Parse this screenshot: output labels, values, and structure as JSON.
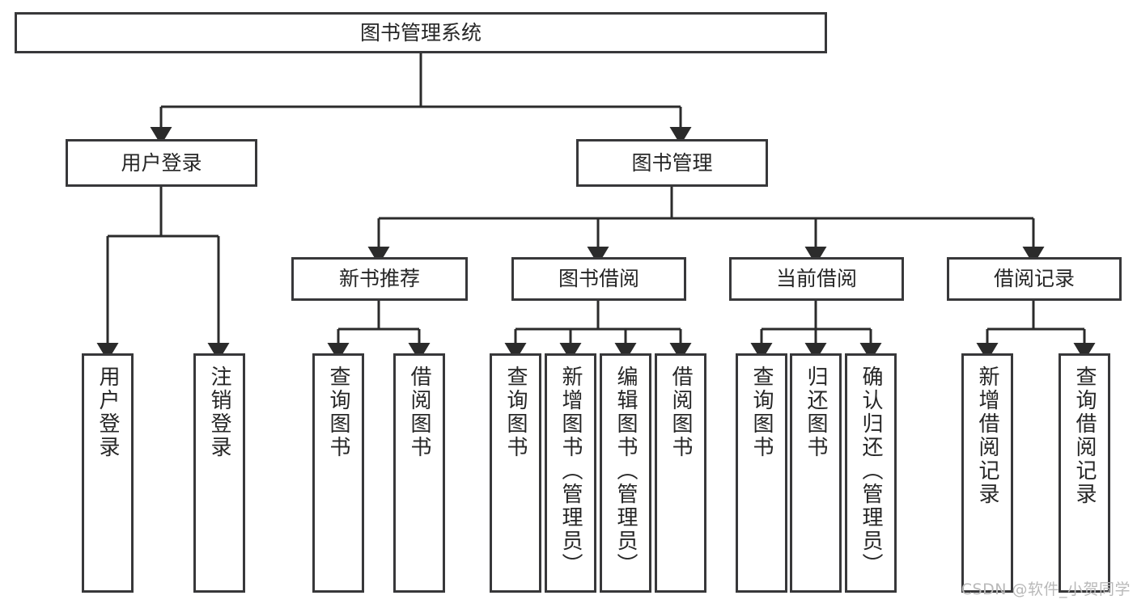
{
  "diagram": {
    "type": "tree-hierarchy",
    "title": "图书管理系统",
    "background_color": "#ffffff",
    "border_color": "#38383a",
    "text_color": "#262626",
    "connector_color": "#2b2b2b"
  },
  "nodes": {
    "root": {
      "label": "图书管理系统",
      "level": 0
    },
    "level1": [
      {
        "id": "user-login",
        "label": "用户登录"
      },
      {
        "id": "book-management",
        "label": "图书管理"
      }
    ],
    "level2": [
      {
        "id": "new-book-recommend",
        "label": "新书推荐",
        "parent": "book-management"
      },
      {
        "id": "book-borrow",
        "label": "图书借阅",
        "parent": "book-management"
      },
      {
        "id": "current-borrow",
        "label": "当前借阅",
        "parent": "book-management"
      },
      {
        "id": "borrow-record",
        "label": "借阅记录",
        "parent": "book-management"
      }
    ],
    "leaves": [
      {
        "id": "leaf-user-login",
        "label": "用户登录",
        "parent": "user-login"
      },
      {
        "id": "leaf-logout-login",
        "label": "注销登录",
        "parent": "user-login"
      },
      {
        "id": "leaf-query-book-1",
        "label": "查询图书",
        "parent": "new-book-recommend"
      },
      {
        "id": "leaf-borrow-book-1",
        "label": "借阅图书",
        "parent": "new-book-recommend"
      },
      {
        "id": "leaf-query-book-2",
        "label": "查询图书",
        "parent": "book-borrow"
      },
      {
        "id": "leaf-add-book",
        "label": "新增图书（管理员）",
        "parent": "book-borrow"
      },
      {
        "id": "leaf-edit-book",
        "label": "编辑图书（管理员）",
        "parent": "book-borrow"
      },
      {
        "id": "leaf-borrow-book-2",
        "label": "借阅图书",
        "parent": "book-borrow"
      },
      {
        "id": "leaf-query-book-3",
        "label": "查询图书",
        "parent": "current-borrow"
      },
      {
        "id": "leaf-return-book",
        "label": "归还图书",
        "parent": "current-borrow"
      },
      {
        "id": "leaf-confirm-return",
        "label": "确认归还（管理员）",
        "parent": "current-borrow"
      },
      {
        "id": "leaf-add-record",
        "label": "新增借阅记录",
        "parent": "borrow-record"
      },
      {
        "id": "leaf-query-record",
        "label": "查询借阅记录",
        "parent": "borrow-record"
      }
    ]
  },
  "watermark": {
    "text": "CSDN @软件_小贺同学"
  }
}
